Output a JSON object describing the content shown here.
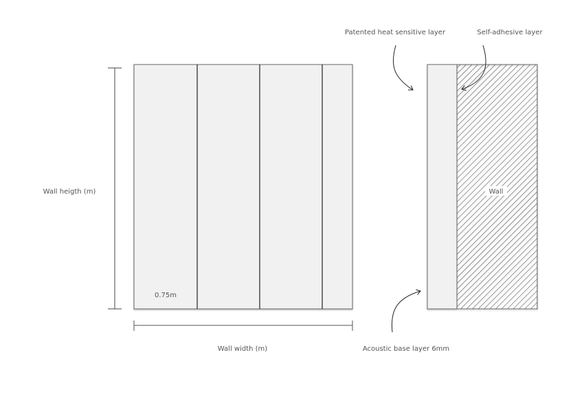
{
  "labels": {
    "wall_height": "Wall heigth (m)",
    "wall_width": "Wall width (m)",
    "panel_width": "0.75m",
    "heat_layer": "Patented heat sensitive layer",
    "adhesive_layer": "Self-adhesive layer",
    "acoustic_layer": "Acoustic base layer 6mm",
    "wall": "Wall"
  },
  "colors": {
    "panel_fill": "#f1f1f1",
    "stroke": "#555555",
    "divider": "#222222"
  }
}
